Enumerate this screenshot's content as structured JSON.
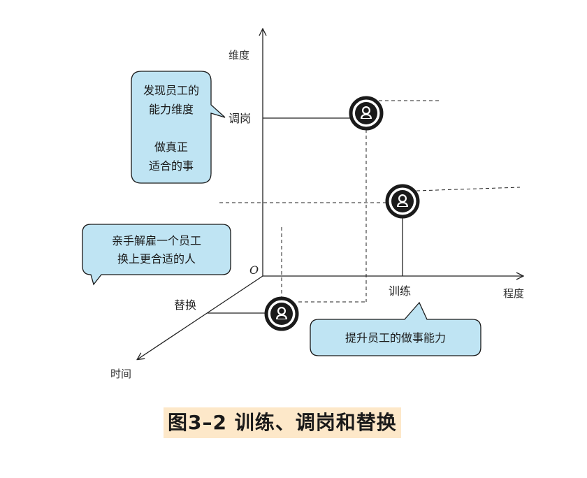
{
  "axes": {
    "vertical": "维度",
    "horizontal": "程度",
    "depth": "时间",
    "origin": "O"
  },
  "points": {
    "adjust": "调岗",
    "train": "训练",
    "replace": "替换"
  },
  "bubbles": {
    "dimension": [
      "发现员工的",
      "能力维度",
      "",
      "做真正",
      "适合的事"
    ],
    "fire": [
      "亲手解雇一个员工",
      "换上更合适的人"
    ],
    "ability": [
      "提升员工的做事能力"
    ]
  },
  "caption": "图3–2 训练、调岗和替换",
  "colors": {
    "bubble_fill": "#bfe4f3",
    "caption_highlight": "#fde8c9",
    "line": "#222222"
  }
}
